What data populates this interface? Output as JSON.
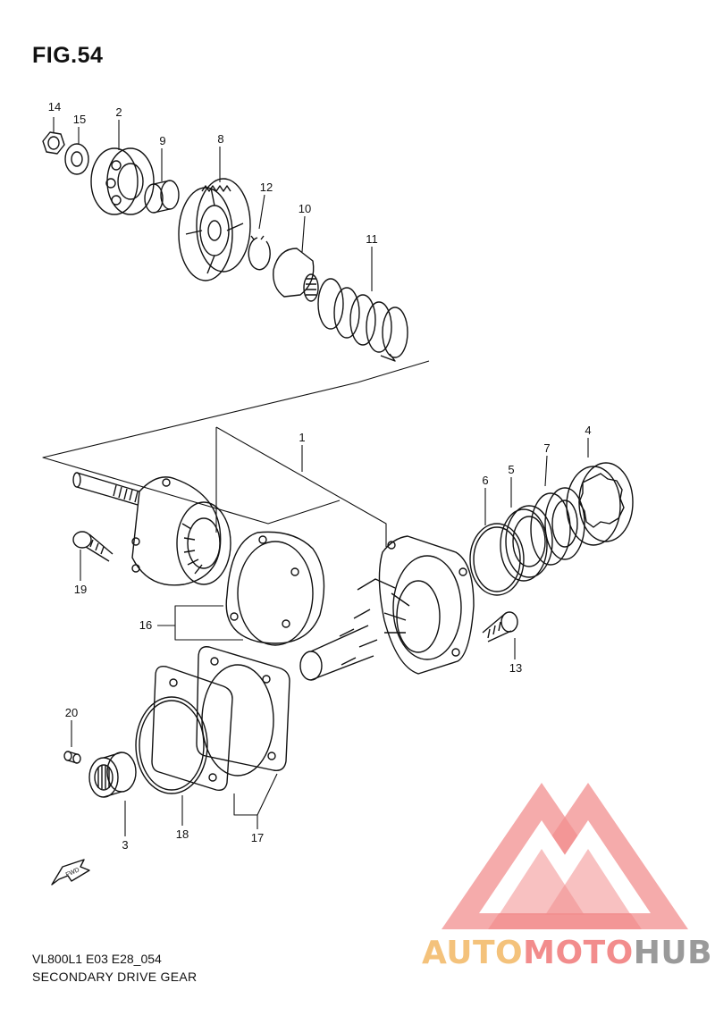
{
  "figure": {
    "title": "FIG.54",
    "code": "VL800L1 E03 E28_054",
    "description": "SECONDARY DRIVE GEAR"
  },
  "callouts": [
    "14",
    "15",
    "2",
    "9",
    "8",
    "12",
    "10",
    "11",
    "1",
    "19",
    "16",
    "6",
    "5",
    "7",
    "4",
    "13",
    "20",
    "3",
    "18",
    "17"
  ],
  "direction_marker": "FWD",
  "watermark": {
    "part1": "AUTO",
    "part2": "MOTO",
    "part3": "HUB",
    "colors": {
      "auto": "#f4c27b",
      "moto": "#f28c8c",
      "hub": "#9a9a9a",
      "logo": "#f07c7c"
    }
  },
  "colors": {
    "line": "#111111",
    "background": "#ffffff"
  }
}
